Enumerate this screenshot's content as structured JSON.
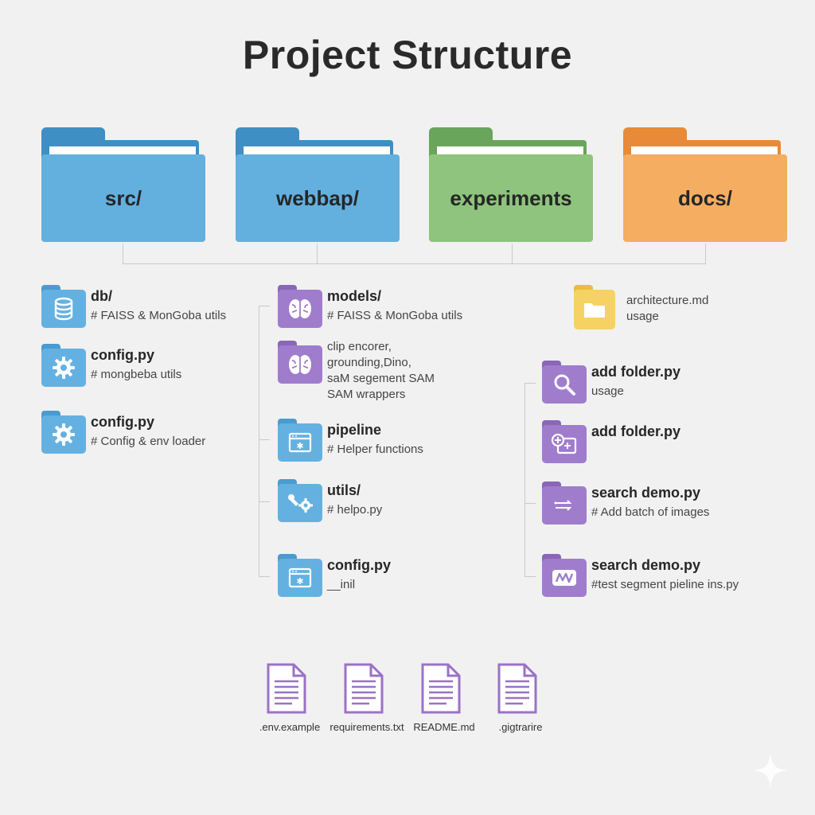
{
  "title": "Project Structure",
  "top_folders": [
    {
      "label": "src/",
      "color": "#63b0df"
    },
    {
      "label": "webbap/",
      "color": "#63b0df"
    },
    {
      "label": "experiments",
      "color": "#8ec47d"
    },
    {
      "label": "docs/",
      "color": "#f5ad62"
    }
  ],
  "src_items": [
    {
      "label": "db/",
      "desc": "# FAISS & MonGoba utils",
      "icon": "database-icon"
    },
    {
      "label": "config.py",
      "desc": "# mongbeba utils",
      "icon": "gear-icon"
    },
    {
      "label": "config.py",
      "desc": "# Config & env loader",
      "icon": "gear-icon"
    }
  ],
  "webapp_items": [
    {
      "label": "models/",
      "desc": "# FAISS & MonGoba utils",
      "icon": "brain-icon"
    },
    {
      "lines": [
        "clip encorer,",
        "grounding,Dino,",
        "saM segement SAM",
        "SAM wrappers"
      ],
      "icon": "brain-icon"
    },
    {
      "label": "pipeline",
      "desc": "# Helper functions",
      "icon": "window-icon"
    },
    {
      "label": "utils/",
      "desc": "# helpo.py",
      "icon": "tools-icon"
    },
    {
      "label": "config.py",
      "desc": "__inil",
      "icon": "window-icon"
    }
  ],
  "docs_items": [
    {
      "lines": [
        "architecture.md",
        "usage"
      ],
      "icon": "folder-icon"
    },
    {
      "label": "add folder.py",
      "desc": "usage",
      "icon": "search-icon"
    },
    {
      "label": "add folder.py",
      "desc": "",
      "icon": "add-window-icon"
    },
    {
      "label": "search demo.py",
      "desc": "# Add batch of images",
      "icon": "arrows-icon"
    },
    {
      "label": "search demo.py",
      "desc": "#test segment pieline ins.py",
      "icon": "waveform-icon"
    }
  ],
  "root_files": [
    {
      "name": ".env.example"
    },
    {
      "name": "requirements.txt"
    },
    {
      "name": "README.md"
    },
    {
      "name": ".gigtrarire"
    }
  ]
}
